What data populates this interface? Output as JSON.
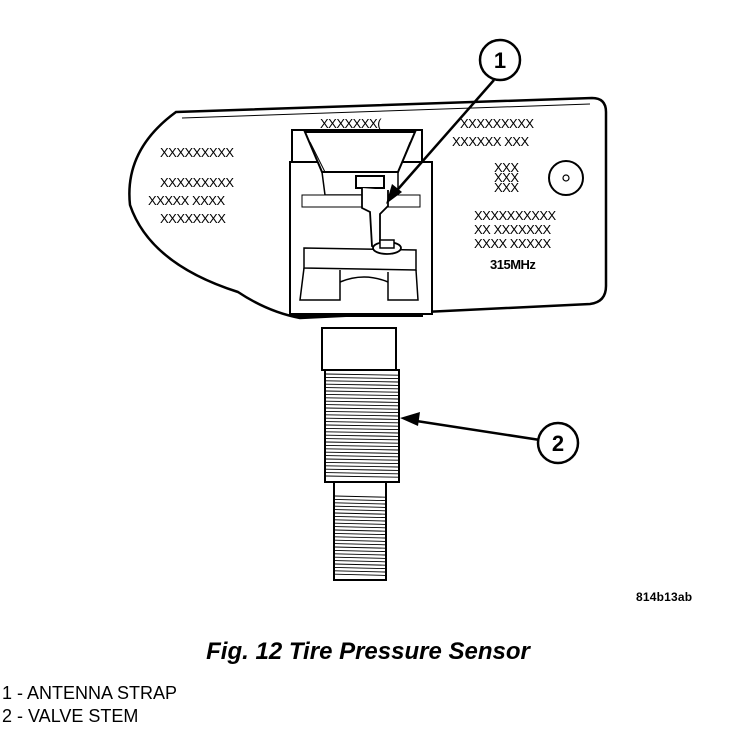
{
  "figure": {
    "caption": "Fig. 12 Tire Pressure Sensor",
    "reference_code": "814b13ab",
    "callouts": [
      {
        "number": "1",
        "label": "ANTENNA STRAP"
      },
      {
        "number": "2",
        "label": "VALVE STEM"
      }
    ],
    "sensor_markings": {
      "left_lines": [
        "XXXXXXXXX",
        "XXXXXXXXX",
        "XXXXX XXXX",
        "XXXXXXXX"
      ],
      "top_center": "XXXXXXX(",
      "top_right": [
        "XXXXXXXXX",
        "XXXXXX XXX"
      ],
      "small_block": [
        "XXX",
        "XXX",
        "XXX"
      ],
      "bottom_right": [
        "XXXXXXXXXX",
        "XX XXXXXXX",
        "XXXX XXXXX"
      ],
      "frequency": "315MHz"
    }
  }
}
